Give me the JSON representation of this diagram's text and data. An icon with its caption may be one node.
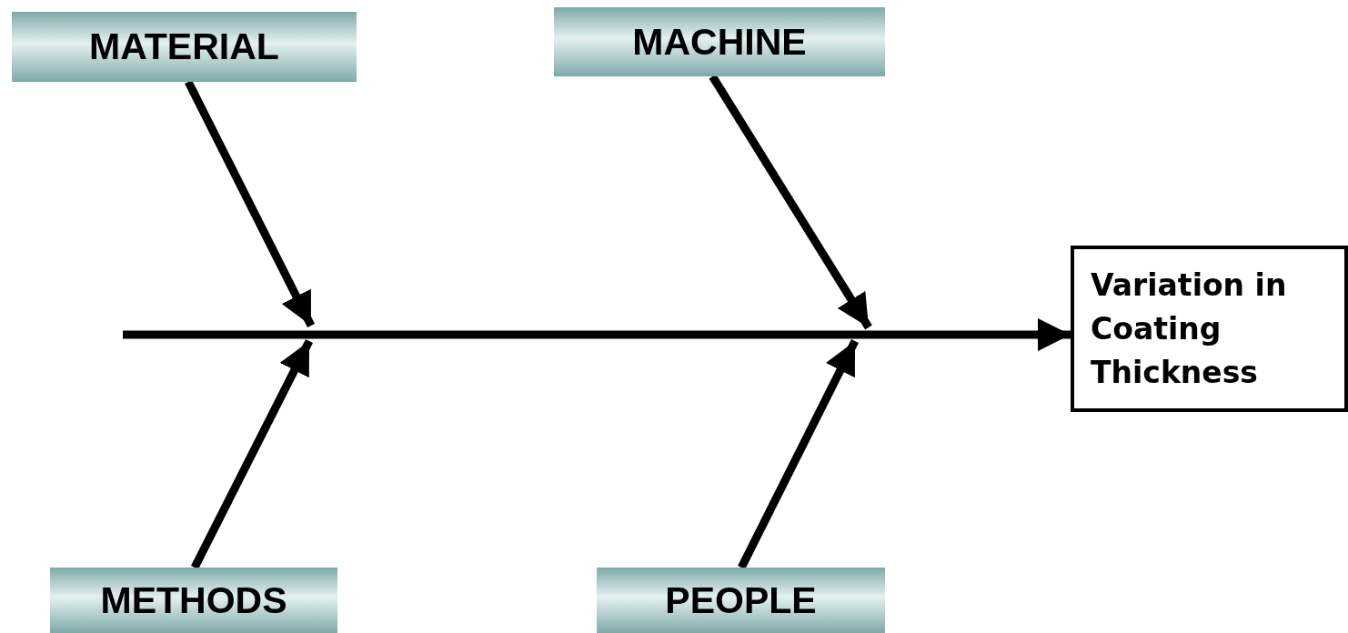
{
  "diagram": {
    "nodes": [
      {
        "text": [
          "MATERIAL"
        ]
      },
      {
        "text": [
          "MACHINE"
        ]
      },
      {
        "text": [
          "Variation in Coating Thickness"
        ]
      },
      {
        "text": [
          "METHODS"
        ]
      },
      {
        "text": [
          "PEOPLE"
        ]
      }
    ],
    "edges": [
      {
        "from": 0,
        "to": null,
        "arrow": "to"
      },
      {
        "from": 1,
        "to": null,
        "arrow": "to"
      },
      {
        "from": 3,
        "to": null,
        "arrow": "to"
      },
      {
        "from": 4,
        "to": null,
        "arrow": "to"
      },
      {
        "from": null,
        "to": 2,
        "arrow": "to"
      }
    ]
  }
}
